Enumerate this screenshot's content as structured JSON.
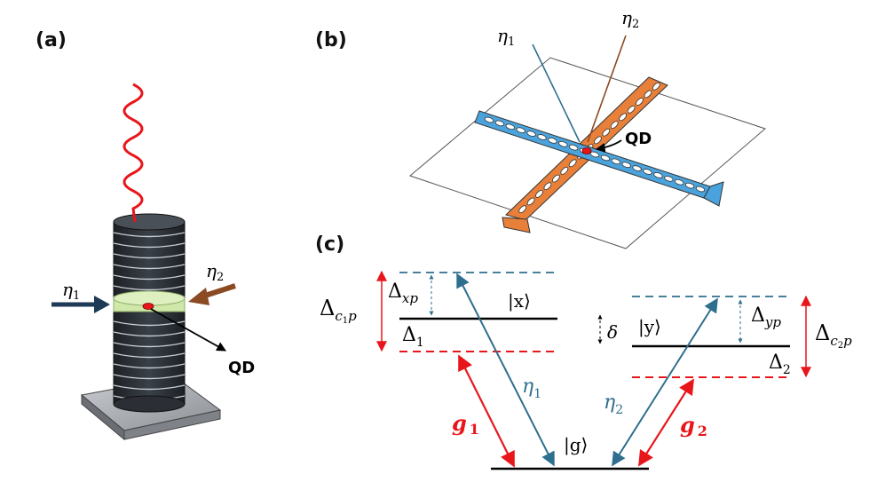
{
  "panels": {
    "a": {
      "label": "(a)",
      "beam1": {
        "symbol": "η",
        "sub": "1"
      },
      "beam2": {
        "symbol": "η",
        "sub": "2"
      },
      "qd_label": "QD"
    },
    "b": {
      "label": "(b)",
      "beam1": {
        "symbol": "η",
        "sub": "1"
      },
      "beam2": {
        "symbol": "η",
        "sub": "2"
      },
      "qd_label": "QD"
    },
    "c": {
      "label": "(c)",
      "delta_c1p": {
        "main": "Δ",
        "sub": "c",
        "subsub": "1",
        "tail": "p"
      },
      "delta_xp": {
        "main": "Δ",
        "sub": "xp"
      },
      "delta_1": {
        "main": "Δ",
        "sub": "1"
      },
      "state_x": "|x⟩",
      "state_y": "|y⟩",
      "state_g": "|g⟩",
      "delta": "δ",
      "delta_yp": {
        "main": "Δ",
        "sub": "yp"
      },
      "delta_2": {
        "main": "Δ",
        "sub": "2"
      },
      "delta_c2p": {
        "main": "Δ",
        "sub": "c",
        "subsub": "2",
        "tail": "p"
      },
      "eta1": {
        "symbol": "η",
        "sub": "1"
      },
      "eta2": {
        "symbol": "η",
        "sub": "2"
      },
      "g1": {
        "symbol": "g",
        "sub": "1"
      },
      "g2": {
        "symbol": "g",
        "sub": "2"
      }
    }
  },
  "colors": {
    "teal": "#2e6e8e",
    "red": "#e8161b",
    "brown": "#8b4a22",
    "navy": "#1f3a56",
    "black": "#000000",
    "blue_waveguide": "#4aa3dc",
    "orange_waveguide": "#e8803a",
    "pillar_disc": "#2b2f35",
    "qd_layer": "#cfe7a8"
  }
}
